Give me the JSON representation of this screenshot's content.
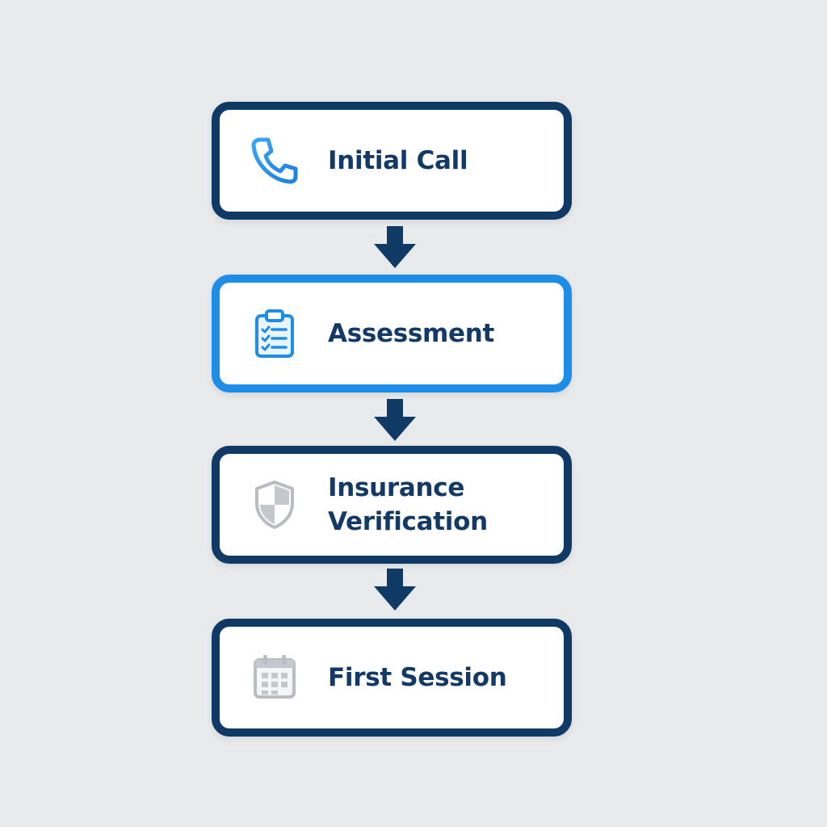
{
  "flowchart": {
    "steps": [
      {
        "label": "Initial Call",
        "icon": "phone-icon",
        "active": false
      },
      {
        "label": "Assessment",
        "icon": "clipboard-checklist-icon",
        "active": true
      },
      {
        "label": "Insurance\nVerification",
        "icon": "shield-icon",
        "active": false
      },
      {
        "label": "First Session",
        "icon": "calendar-icon",
        "active": false
      }
    ]
  },
  "colors": {
    "background": "#e9eaeb",
    "border": "#0f3a66",
    "active_border": "#1e8de8",
    "text": "#133a66",
    "icon_blue": "#1e8de8",
    "icon_gray": "#b9bcc1",
    "arrow": "#0f3a66"
  }
}
